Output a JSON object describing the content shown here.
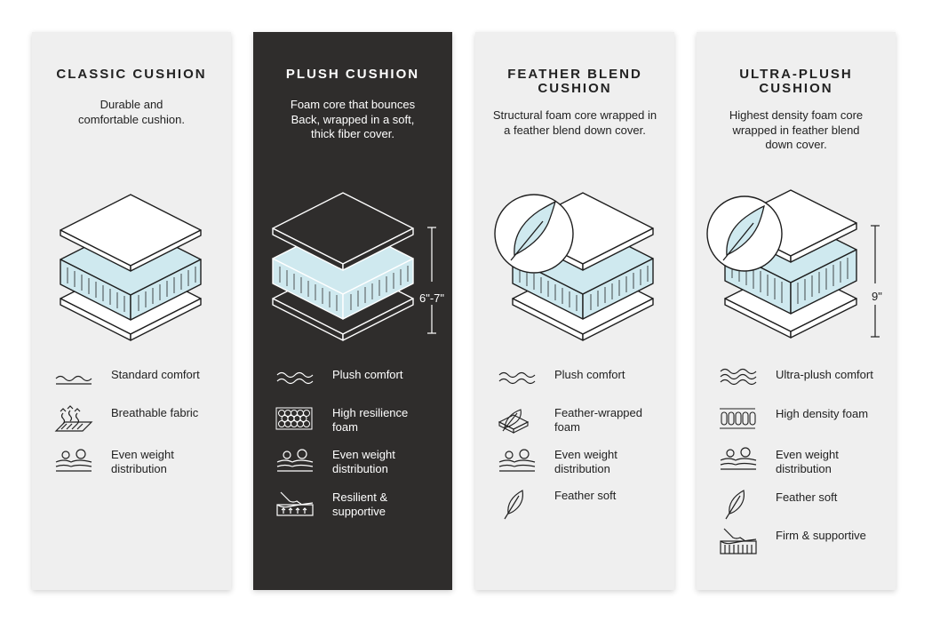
{
  "colors": {
    "card_light": "#efefef",
    "card_dark": "#2f2d2c",
    "foam": "#cfe9ef",
    "line_dark": "#1e1e1e",
    "line_light": "#ffffff"
  },
  "cards": [
    {
      "title": "CLASSIC CUSHION",
      "description": "Durable and\ncomfortable cushion.",
      "dimension": "",
      "features": [
        {
          "icon": "wavy-line-icon",
          "label": "Standard comfort"
        },
        {
          "icon": "breathable-fabric-icon",
          "label": "Breathable fabric"
        },
        {
          "icon": "weight-distribution-icon",
          "label": "Even weight\ndistribution"
        }
      ]
    },
    {
      "title": "PLUSH CUSHION",
      "description": "Foam core that bounces\nBack, wrapped in a soft,\nthick fiber cover.",
      "dimension": "6\"-7\"",
      "features": [
        {
          "icon": "wavy-lines-icon",
          "label": "Plush comfort"
        },
        {
          "icon": "honeycomb-foam-icon",
          "label": "High resilience\nfoam"
        },
        {
          "icon": "weight-distribution-icon",
          "label": "Even weight\ndistribution"
        },
        {
          "icon": "hand-pressing-cushion-icon",
          "label": "Resilient &\nsupportive"
        }
      ]
    },
    {
      "title": "FEATHER BLEND\nCUSHION",
      "description": "Structural foam core wrapped in\na feather blend down cover.",
      "dimension": "",
      "features": [
        {
          "icon": "wavy-lines-icon",
          "label": "Plush comfort"
        },
        {
          "icon": "feather-wrapped-block-icon",
          "label": "Feather-wrapped\nfoam"
        },
        {
          "icon": "weight-distribution-icon",
          "label": "Even weight\ndistribution"
        },
        {
          "icon": "feather-icon",
          "label": "Feather soft"
        }
      ]
    },
    {
      "title": "ULTRA-PLUSH\nCUSHION",
      "description": "Highest density foam core\nwrapped in feather blend\ndown cover.",
      "dimension": "9\"",
      "features": [
        {
          "icon": "wavy-lines-icon",
          "label": "Ultra-plush comfort"
        },
        {
          "icon": "density-foam-icon",
          "label": "High density foam"
        },
        {
          "icon": "weight-distribution-icon",
          "label": "Even weight\ndistribution"
        },
        {
          "icon": "feather-icon",
          "label": "Feather soft"
        },
        {
          "icon": "hand-pressing-cushion-icon",
          "label": "Firm & supportive"
        }
      ]
    }
  ]
}
